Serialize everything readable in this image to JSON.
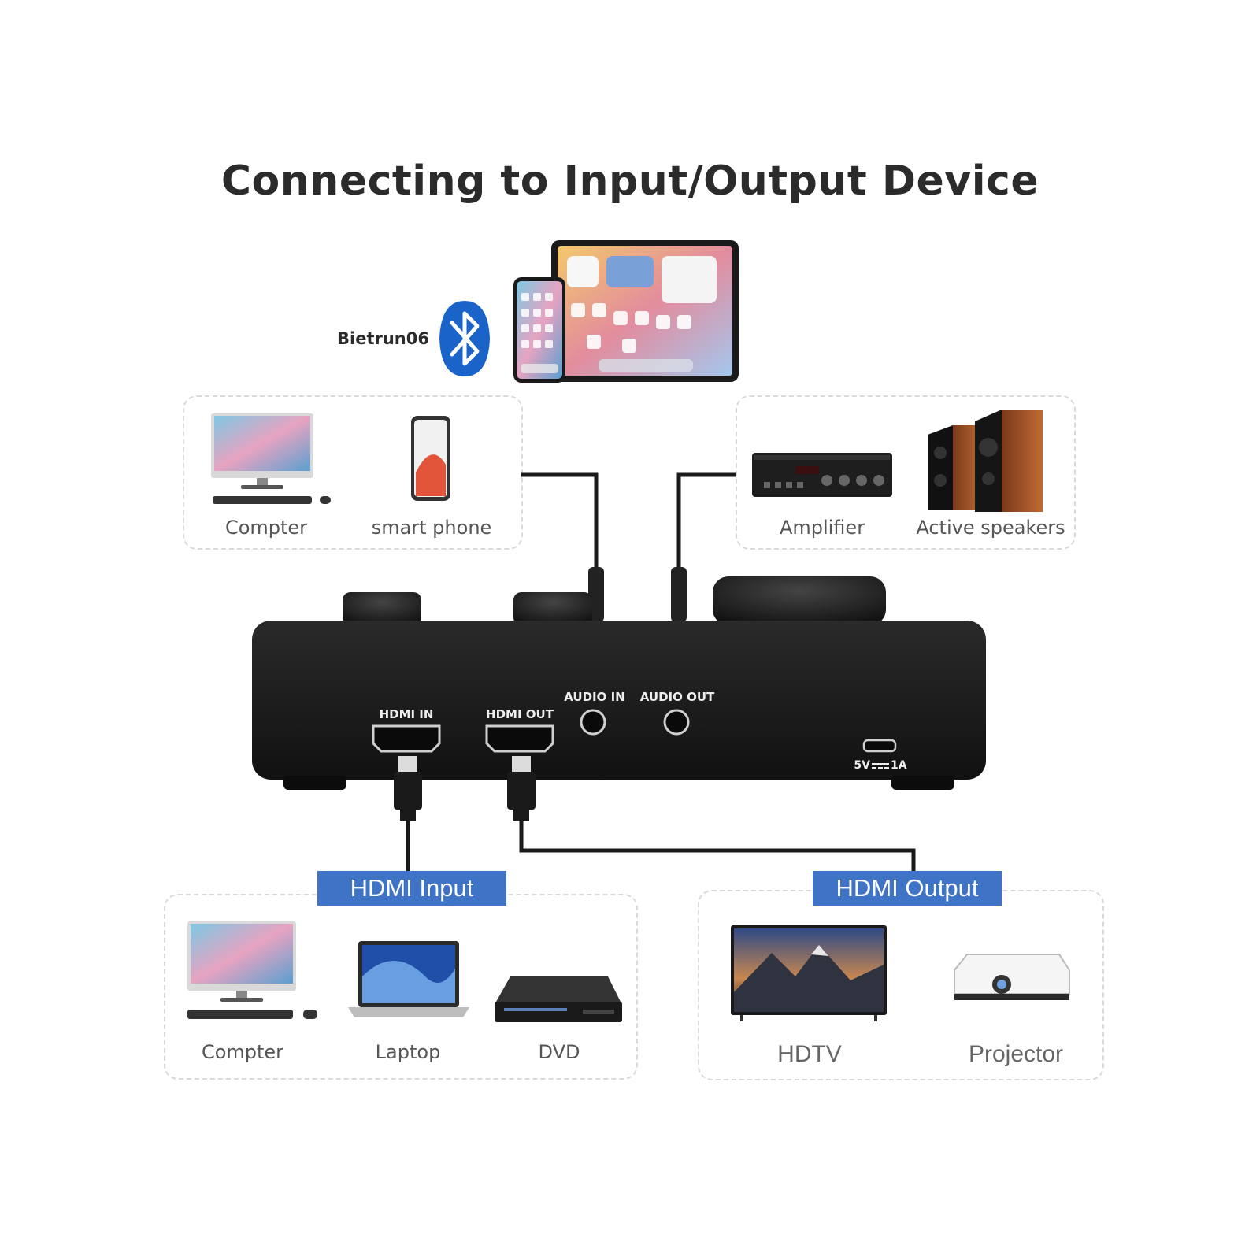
{
  "title": "Connecting to Input/Output Device",
  "bluetooth": {
    "name": "Bietrun06",
    "icon": "bluetooth-icon",
    "color": "#1a63c9"
  },
  "audio_in_group": {
    "items": [
      "Compter",
      "smart phone"
    ]
  },
  "audio_out_group": {
    "items": [
      "Amplifier",
      "Active speakers"
    ]
  },
  "device": {
    "ports": {
      "hdmi_in": "HDMI IN",
      "hdmi_out": "HDMI OUT",
      "audio_in": "AUDIO IN",
      "audio_out": "AUDIO OUT",
      "power": "5V",
      "power_current": "1A"
    }
  },
  "hdmi_input": {
    "tag": "HDMI Input",
    "items": [
      "Compter",
      "Laptop",
      "DVD"
    ]
  },
  "hdmi_output": {
    "tag": "HDMI Output",
    "items": [
      "HDTV",
      "Projector"
    ]
  },
  "colors": {
    "tag_blue": "#3f73c5",
    "device": "#1c1c1c"
  }
}
